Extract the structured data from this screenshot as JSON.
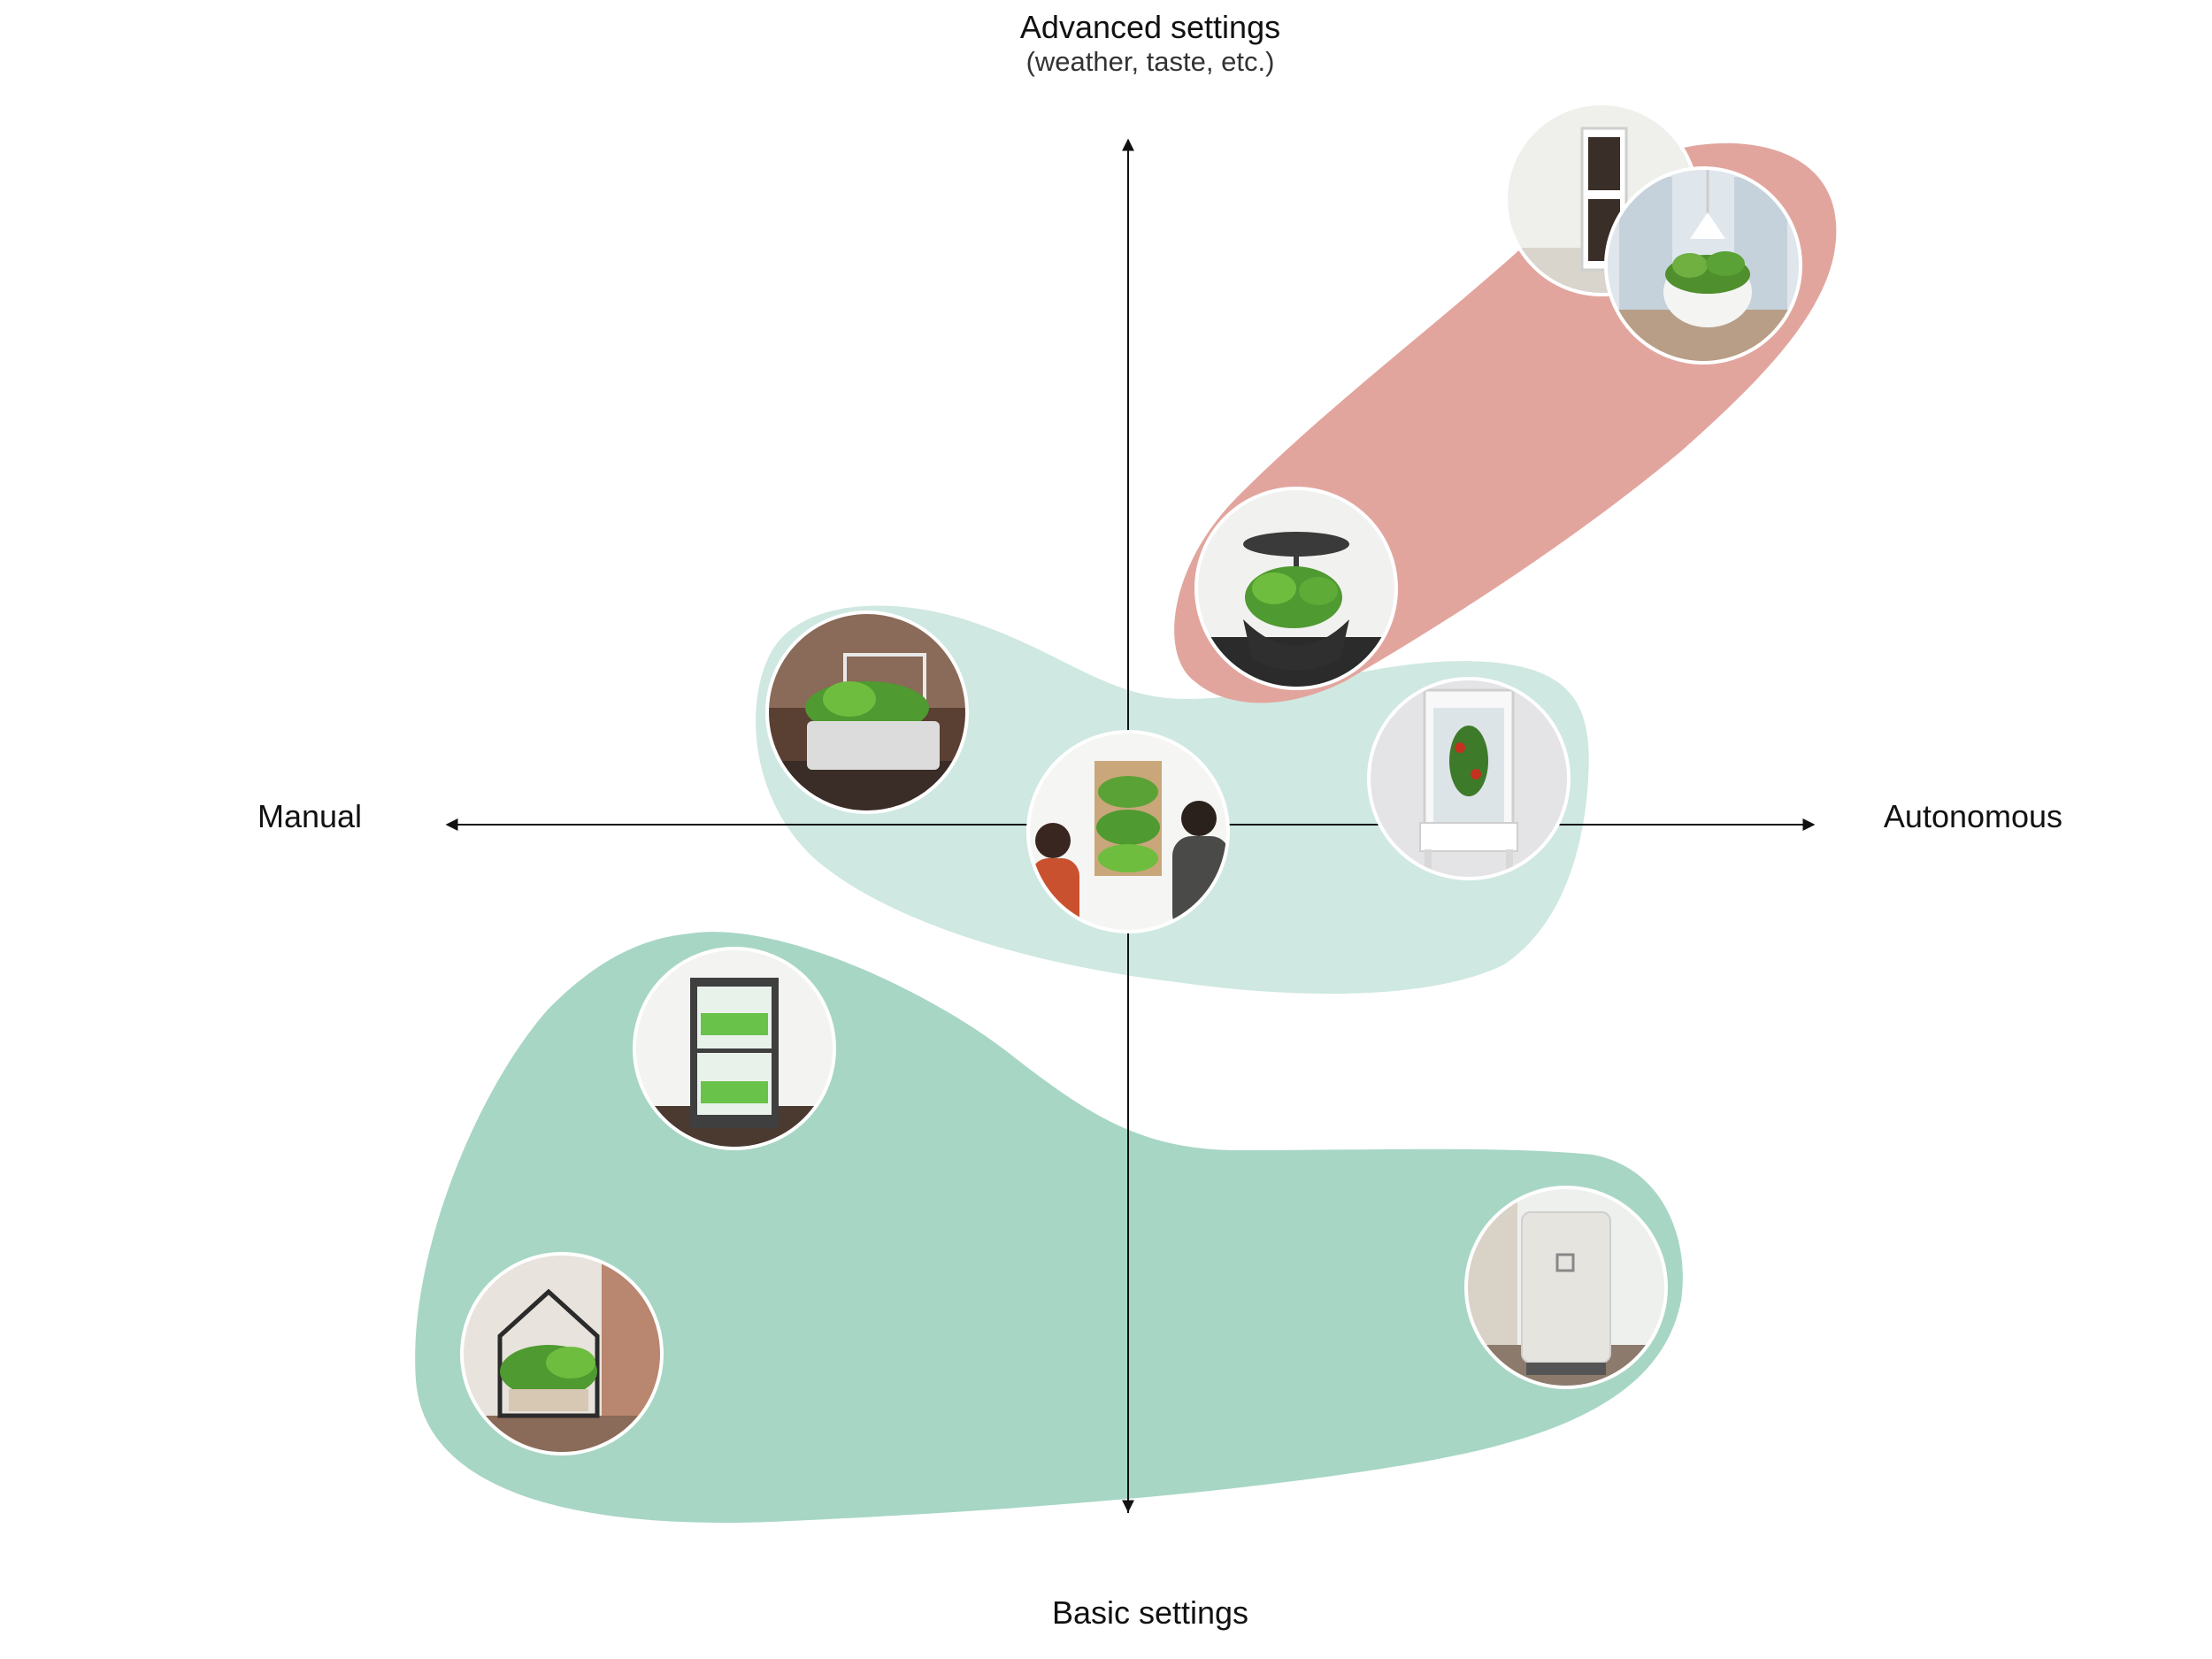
{
  "axes": {
    "top_label": "Advanced settings",
    "top_sublabel": "(weather, taste, etc.)",
    "bottom_label": "Basic settings",
    "left_label": "Manual",
    "right_label": "Autonomous"
  },
  "colors": {
    "axis": "#111111",
    "cluster_advanced": "#e2a59e",
    "cluster_middle": "#cfe8e1",
    "cluster_basic": "#a7d6c5",
    "photo_border": "#ffffff"
  },
  "products": [
    {
      "name": "wall-cabinet-grower",
      "subject": "tall cabinet grow unit",
      "cluster": "advanced"
    },
    {
      "name": "smart-pendant-planter",
      "subject": "pendant lamp over bowl planter",
      "cluster": "advanced"
    },
    {
      "name": "dome-herb-planter",
      "subject": "dome lamp herb planter",
      "cluster": "advanced"
    },
    {
      "name": "countertop-herb-garden",
      "subject": "countertop herb garden",
      "cluster": "middle"
    },
    {
      "name": "vertical-wall-garden",
      "subject": "couple with vertical wall garden",
      "cluster": "middle"
    },
    {
      "name": "glass-tower-grower",
      "subject": "glass tower tomato grower",
      "cluster": "middle"
    },
    {
      "name": "undercounter-microgreens",
      "subject": "under-counter microgreen fridge",
      "cluster": "basic"
    },
    {
      "name": "house-frame-planter",
      "subject": "house-shaped frame planter",
      "cluster": "basic"
    },
    {
      "name": "appliance-cabinet-grower",
      "subject": "white appliance grow cabinet",
      "cluster": "basic"
    }
  ]
}
